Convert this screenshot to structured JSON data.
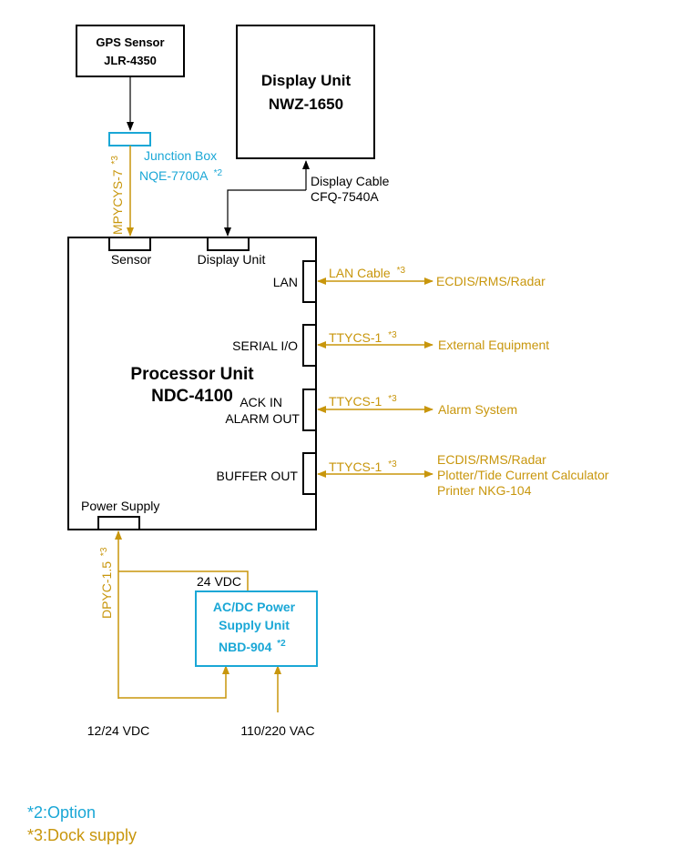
{
  "colors": {
    "option": "#1aa7d6",
    "dock_supply": "#c8960c",
    "line": "#000000"
  },
  "gps": {
    "line1": "GPS Sensor",
    "line2": "JLR-4350"
  },
  "display": {
    "line1": "Display Unit",
    "line2": "NWZ-1650"
  },
  "display_cable": {
    "line1": "Display Cable",
    "line2": "CFQ-7540A"
  },
  "junction": {
    "line1": "Junction Box",
    "line2": "NQE-7700A",
    "mark": "*2"
  },
  "gps_cable": {
    "label": "MPYCYS-7",
    "mark": "*3"
  },
  "processor": {
    "line1": "Processor Unit",
    "line2": "NDC-4100",
    "ports": {
      "sensor": "Sensor",
      "display": "Display Unit",
      "power": "Power Supply"
    }
  },
  "right_ports": [
    {
      "label": "LAN",
      "cable": "LAN Cable",
      "mark": "*3",
      "targets": [
        "ECDIS/RMS/Radar"
      ]
    },
    {
      "label": "SERIAL I/O",
      "cable": "TTYCS-1",
      "mark": "*3",
      "targets": [
        "External Equipment"
      ]
    },
    {
      "label1": "ACK IN",
      "label2": "ALARM OUT",
      "cable": "TTYCS-1",
      "mark": "*3",
      "targets": [
        "Alarm System"
      ]
    },
    {
      "label": "BUFFER OUT",
      "cable": "TTYCS-1",
      "mark": "*3",
      "targets": [
        "ECDIS/RMS/Radar",
        "Plotter/Tide Current Calculator",
        "Printer NKG-104"
      ]
    }
  ],
  "power_cable": {
    "label": "DPYC-1.5",
    "mark": "*3"
  },
  "psu": {
    "line1": "AC/DC Power",
    "line2": "Supply Unit",
    "line3": "NBD-904",
    "mark": "*2",
    "vdc": "24 VDC"
  },
  "inputs": {
    "dc": "12/24 VDC",
    "ac": "110/220 VAC"
  },
  "legend": [
    {
      "text": "*2:Option"
    },
    {
      "text": "*3:Dock supply"
    }
  ]
}
